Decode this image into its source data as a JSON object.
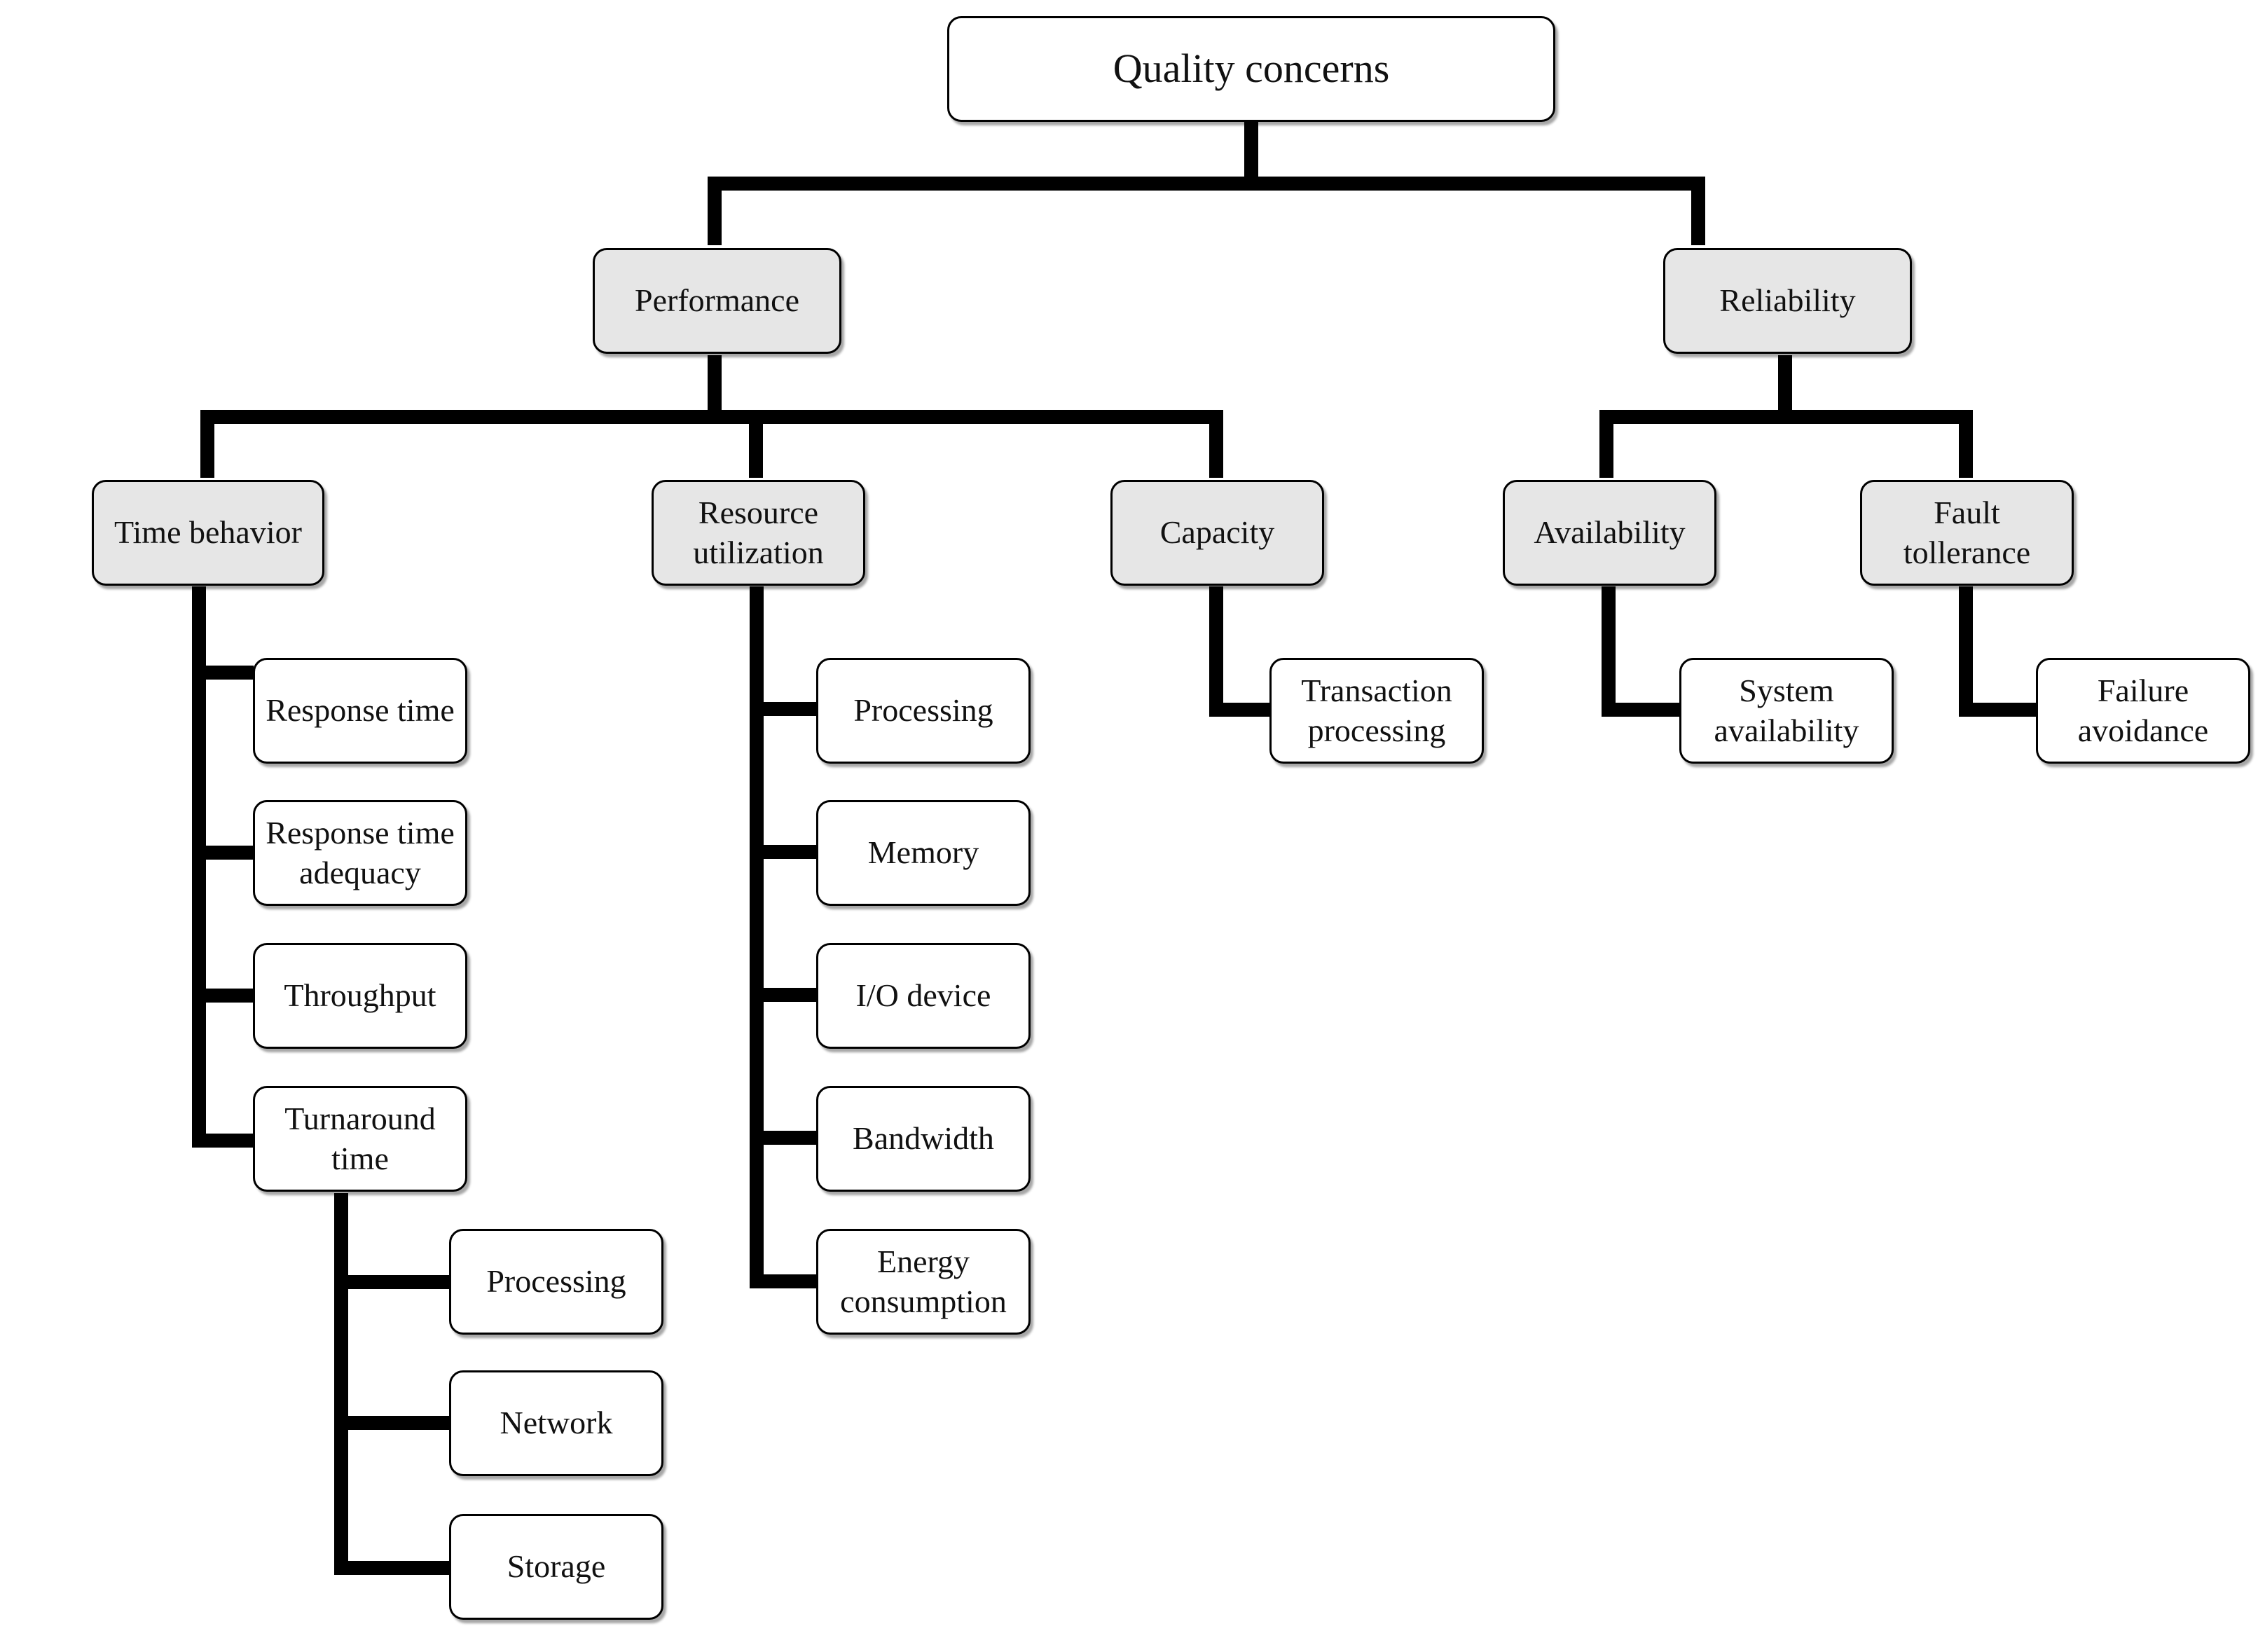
{
  "root": "Quality concerns",
  "performance": {
    "label": "Performance",
    "time_behavior": {
      "label": "Time behavior",
      "items": [
        "Response time",
        "Response time\nadequacy",
        "Throughput",
        "Turnaround\ntime"
      ],
      "turnaround_items": [
        "Processing",
        "Network",
        "Storage"
      ]
    },
    "resource_utilization": {
      "label": "Resource\nutilization",
      "items": [
        "Processing",
        "Memory",
        "I/O device",
        "Bandwidth",
        "Energy\nconsumption"
      ]
    },
    "capacity": {
      "label": "Capacity",
      "items": [
        "Transaction\nprocessing"
      ]
    }
  },
  "reliability": {
    "label": "Reliability",
    "availability": {
      "label": "Availability",
      "items": [
        "System\navailability"
      ]
    },
    "fault_tolerance": {
      "label": "Fault\ntollerance",
      "items": [
        "Failure\navoidance"
      ]
    }
  }
}
